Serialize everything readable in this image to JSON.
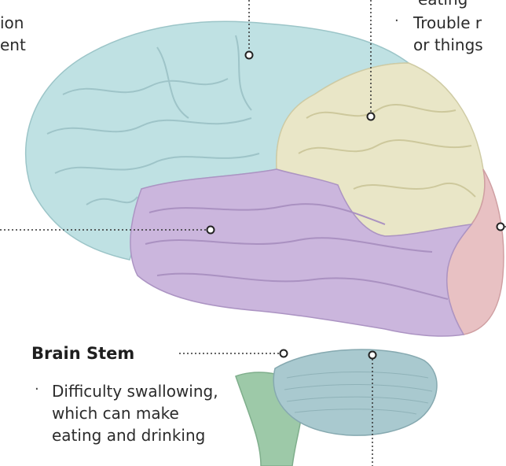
{
  "labels": {
    "frontal_partial": [
      "ion",
      "ent"
    ],
    "parietal_partial": [
      "eating",
      "Trouble r",
      "or things"
    ],
    "brain_stem": {
      "heading": "Brain Stem",
      "lines": [
        "Difficulty swallowing,",
        "which can make",
        "eating and drinking"
      ]
    }
  },
  "colors": {
    "frontal": "#bfe1e3",
    "parietal": "#e9e6c7",
    "temporal": "#cbb6dd",
    "occipital": "#e8c1c3",
    "cerebellum": "#a9c9cf",
    "brainstem": "#9dc9a8",
    "leader": "#333333"
  }
}
